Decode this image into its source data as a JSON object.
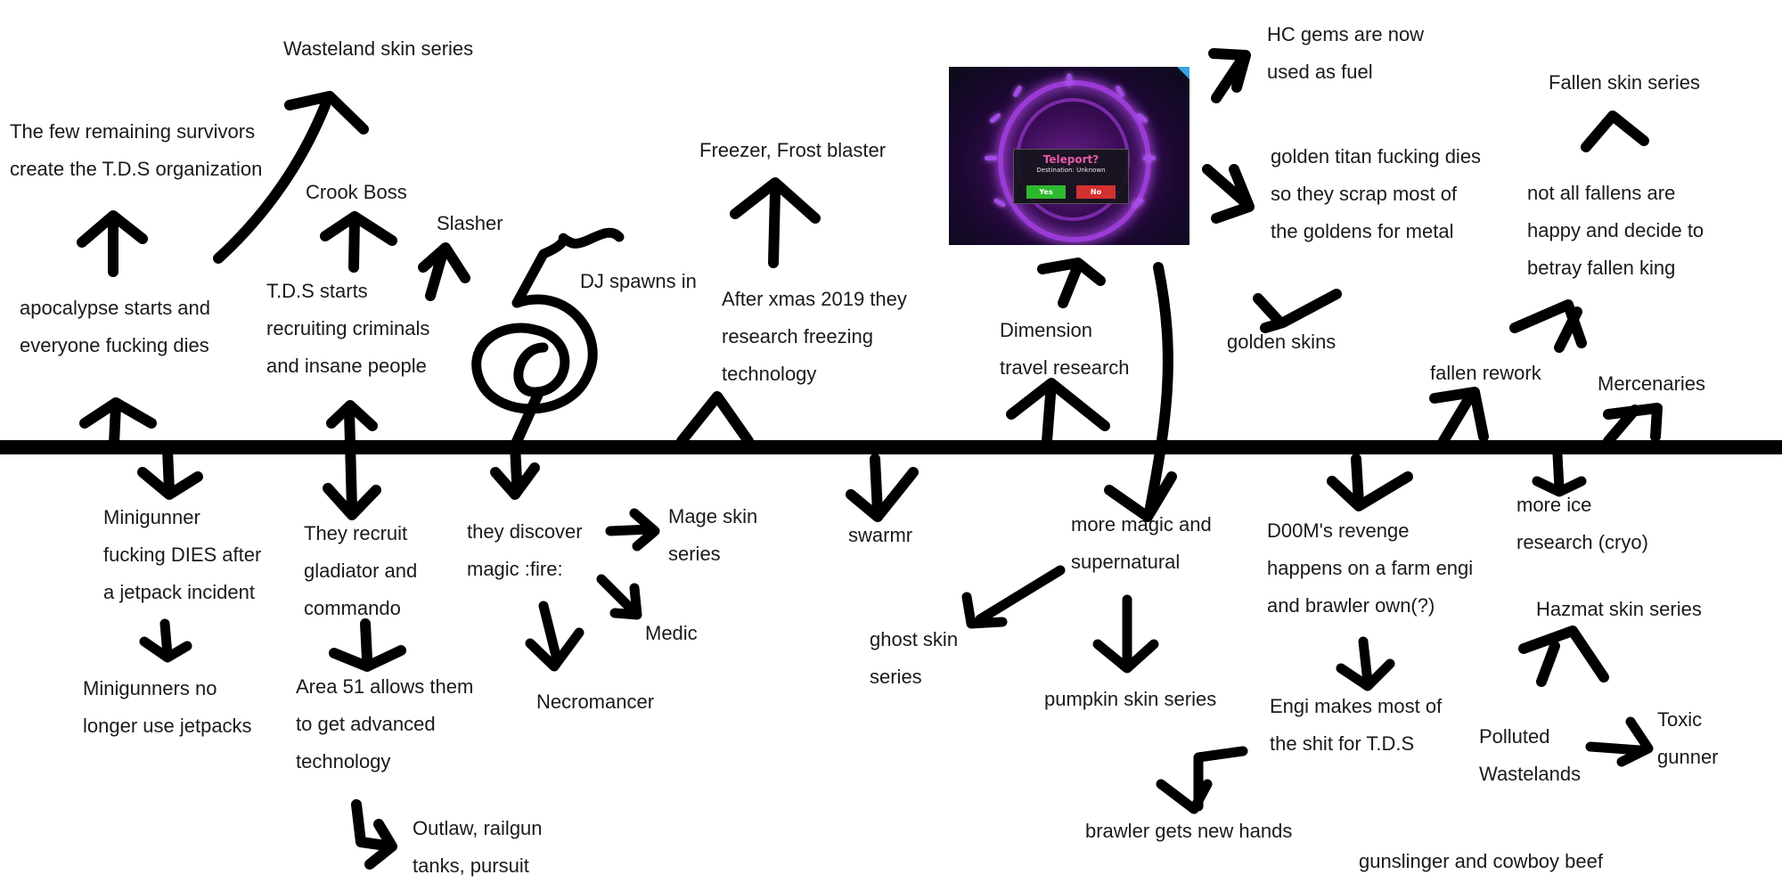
{
  "labels": {
    "wasteland_skin": "Wasteland skin series",
    "survivors_1": "The few remaining survivors",
    "survivors_2": "create the T.D.S organization",
    "crook_boss": "Crook Boss",
    "slasher": "Slasher",
    "dj_spawns": "DJ spawns in",
    "tds_recruit_1": "T.D.S starts",
    "tds_recruit_2": "recruiting criminals",
    "tds_recruit_3": "and insane people",
    "apocalypse_1": "apocalypse starts and",
    "apocalypse_2": "everyone fucking dies",
    "freezer": "Freezer, Frost blaster",
    "xmas_1": "After xmas 2019 they",
    "xmas_2": "research freezing",
    "xmas_3": "technology",
    "dimension_1": "Dimension",
    "dimension_2": "travel research",
    "hc_gems_1": "HC gems are now",
    "hc_gems_2": "used as fuel",
    "golden_titan_1": "golden titan fucking dies",
    "golden_titan_2": "so they scrap most of",
    "golden_titan_3": "the goldens for metal",
    "golden_skins": "golden skins",
    "fallen_skin": "Fallen skin series",
    "fallens_1": "not all fallens are",
    "fallens_2": "happy and decide to",
    "fallens_3": "betray fallen king",
    "fallen_rework": "fallen rework",
    "mercenaries": "Mercenaries",
    "minigunner_1": "Minigunner",
    "minigunner_2": "fucking DIES after",
    "minigunner_3": "a jetpack incident",
    "minigunners_no_1": "Minigunners no",
    "minigunners_no_2": "longer use jetpacks",
    "gladiator_1": "They recruit",
    "gladiator_2": "gladiator and",
    "gladiator_3": "commando",
    "area51_1": "Area 51 allows them",
    "area51_2": "to get advanced",
    "area51_3": "technology",
    "outlaw_1": "Outlaw, railgun",
    "outlaw_2": "tanks, pursuit",
    "magic_1": "they discover",
    "magic_2": "magic :fire:",
    "mage_1": "Mage skin",
    "mage_2": "series",
    "medic": "Medic",
    "necromancer": "Necromancer",
    "swarmr": "swarmr",
    "supernatural_1": "more magic and",
    "supernatural_2": "supernatural",
    "ghost_1": "ghost skin",
    "ghost_2": "series",
    "pumpkin": "pumpkin skin series",
    "doom_1": "D00M's revenge",
    "doom_2": "happens on a farm engi",
    "doom_3": "and brawler own(?)",
    "engi_1": "Engi makes most of",
    "engi_2": "the shit for T.D.S",
    "brawler_hands": "brawler gets new hands",
    "gunslinger": "gunslinger and cowboy beef",
    "ice_1": "more ice",
    "ice_2": "research (cryo)",
    "hazmat": "Hazmat skin series",
    "polluted_1": "Polluted",
    "polluted_2": "Wastelands",
    "toxic_1": "Toxic",
    "toxic_2": "gunner"
  },
  "screenshot": {
    "title": "Teleport?",
    "subtitle": "Destination: Unknown",
    "yes": "Yes",
    "no": "No"
  },
  "colors": {
    "ink": "#000000",
    "text": "#1a1a1a",
    "background": "#ffffff",
    "portal_purple": "#9b3bd6",
    "dialog_title": "#e75aa8",
    "yes_button": "#2eb82e",
    "no_button": "#d43030"
  }
}
